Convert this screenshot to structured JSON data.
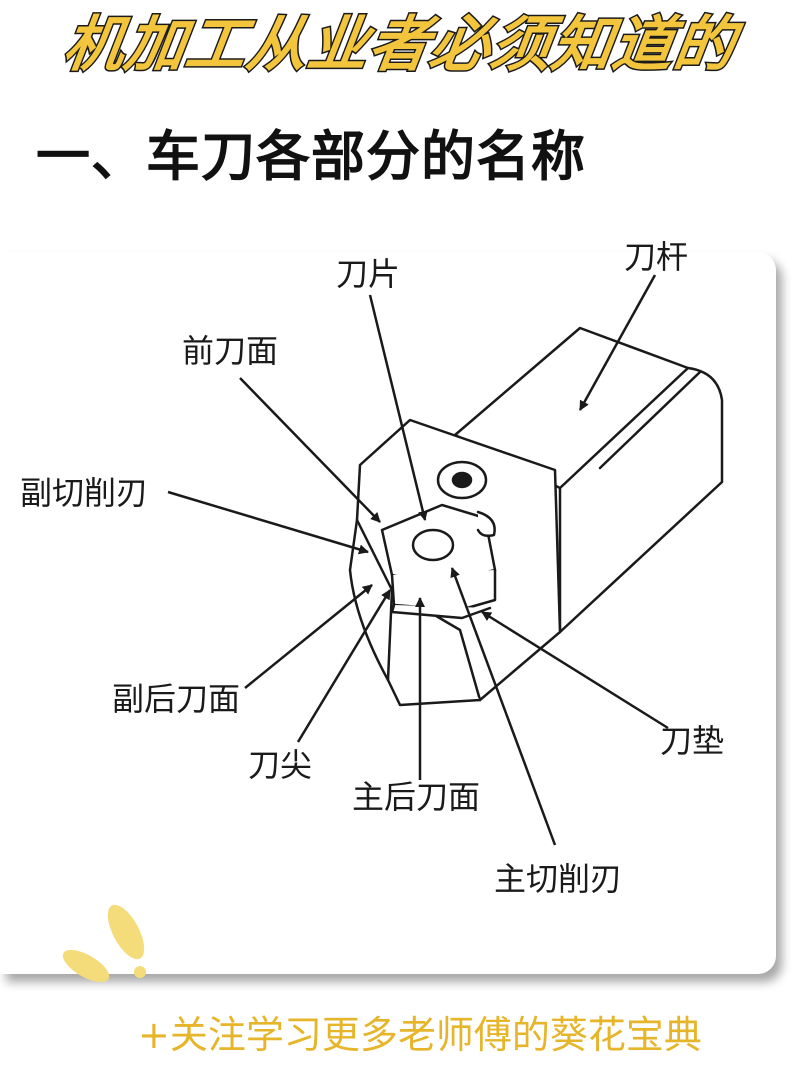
{
  "banner": {
    "title": "机加工从业者必须知道的"
  },
  "section": {
    "heading": "一、车刀各部分的名称"
  },
  "diagram": {
    "labels": {
      "tool_shank": "刀杆",
      "insert": "刀片",
      "rake_face": "前刀面",
      "minor_cutting_edge": "副切削刃",
      "minor_flank": "副后刀面",
      "tool_tip": "刀尖",
      "major_flank": "主后刀面",
      "shim": "刀垫",
      "major_cutting_edge": "主切削刃"
    }
  },
  "footer": {
    "text": "+关注学习更多老师傅的葵花宝典"
  },
  "colors": {
    "accent": "#f2c53d",
    "footer": "#e6b52a",
    "ink": "#1a1a1a"
  }
}
